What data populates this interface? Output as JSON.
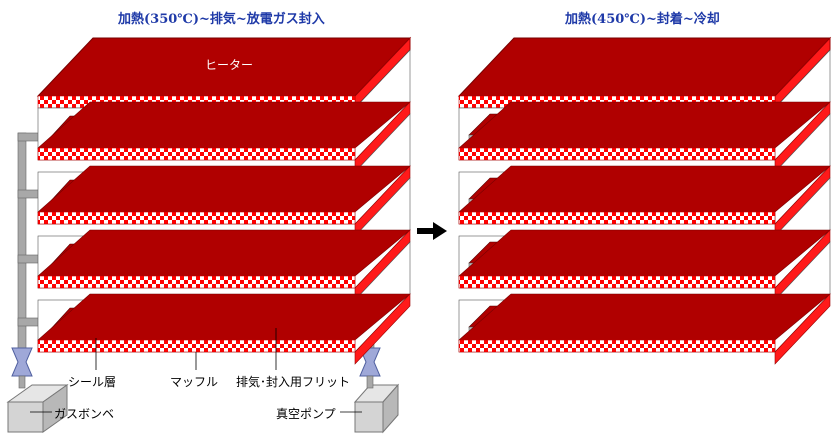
{
  "titles": {
    "left": "加熱(350℃)~排気~放電ガス封入",
    "right": "加熱(450℃)~封着~冷却"
  },
  "labels": {
    "heater": "ヒーター",
    "seal_layer": "シール層",
    "muffle": "マッフル",
    "exhaust_frit": "排気･封入用フリット",
    "gas_cylinder": "ガスボンベ",
    "vacuum_pump": "真空ポンプ"
  },
  "colors": {
    "heater_red": "#b00000",
    "heater_bright": "#ff1a1a",
    "checker": "#ff0000",
    "glass": "#ffffff",
    "seal": "#a8c8cc",
    "pipe": "#a8a8a8",
    "title": "#1f3aa8"
  },
  "icons": {
    "arrow": "right-arrow-icon",
    "valve": "valve-icon"
  }
}
